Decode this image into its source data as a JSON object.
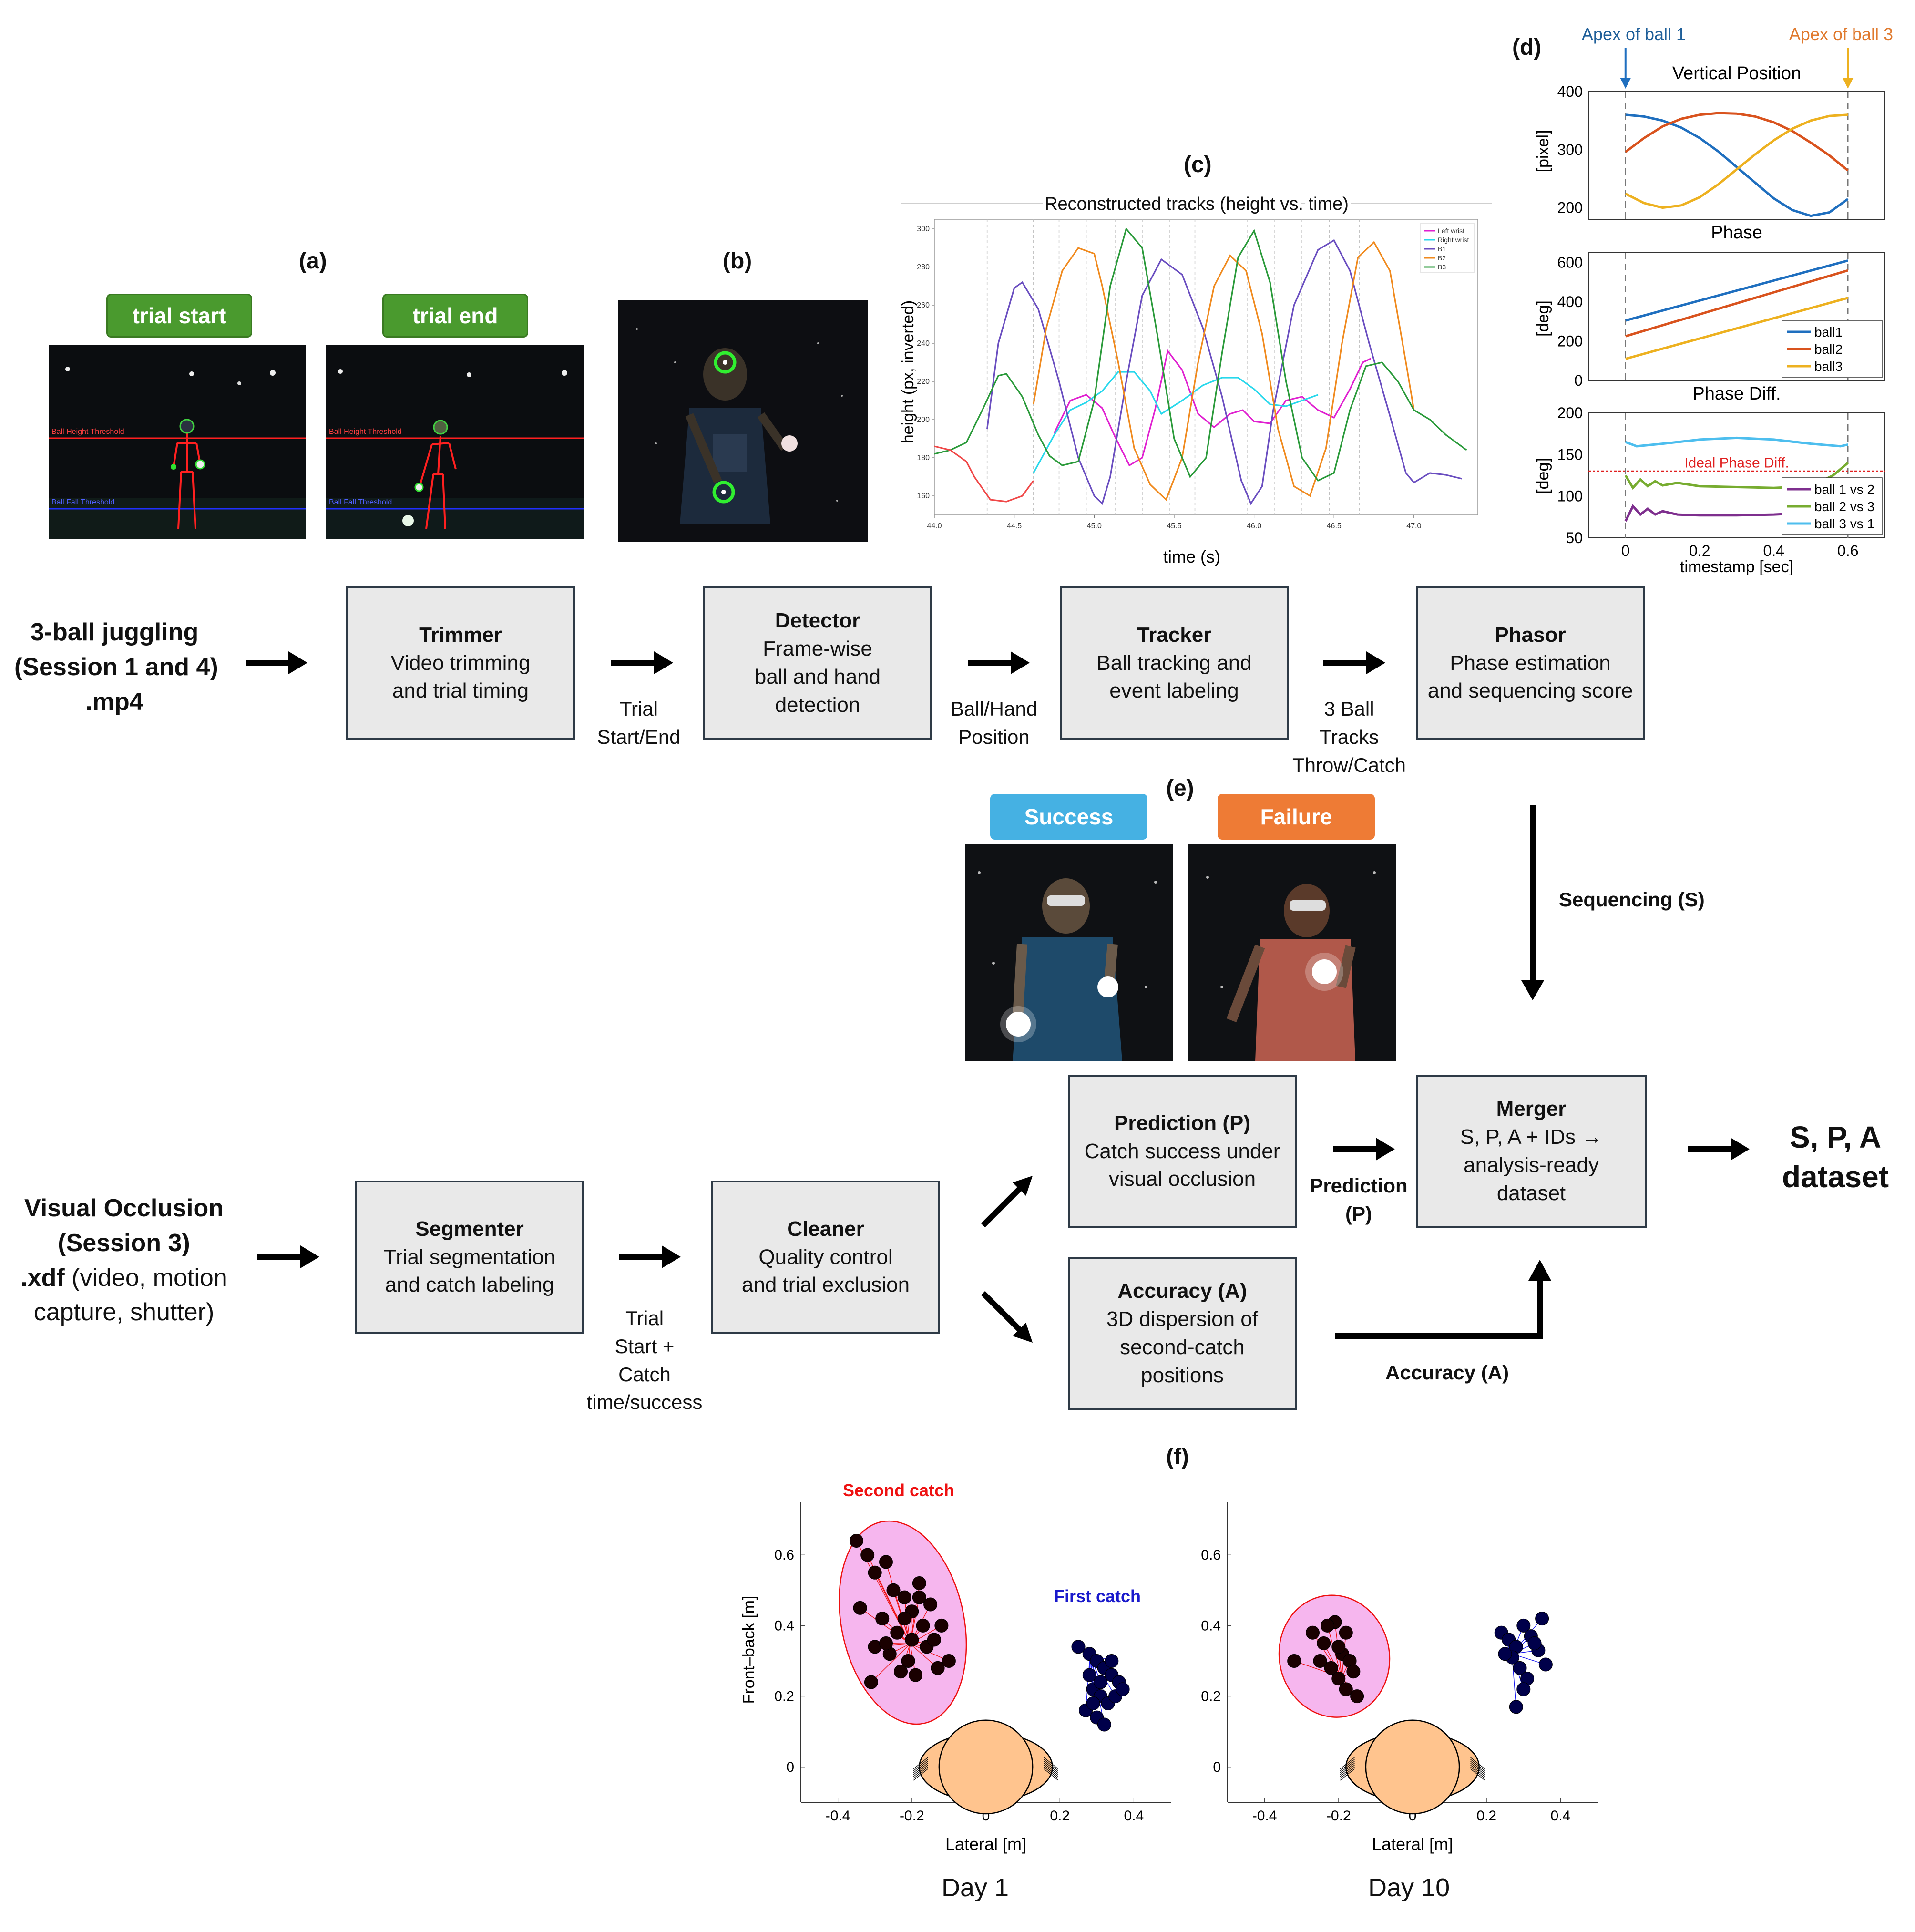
{
  "panels": {
    "a": "(a)",
    "b": "(b)",
    "c": "(c)",
    "d": "(d)",
    "e": "(e)",
    "f": "(f)"
  },
  "panel_a": {
    "trial_start": "trial start",
    "trial_end": "trial end",
    "ball_height_threshold": "Ball Height Threshold",
    "ball_fall_threshold": "Ball Fall Threshold"
  },
  "pipeline_top": {
    "input": [
      "3-ball juggling",
      "(Session 1 and 4)",
      ".mp4"
    ],
    "boxes": [
      {
        "title": "Trimmer",
        "lines": [
          "Video trimming",
          "and trial timing"
        ]
      },
      {
        "title": "Detector",
        "lines": [
          "Frame-wise",
          "ball and hand",
          "detection"
        ]
      },
      {
        "title": "Tracker",
        "lines": [
          "Ball tracking and",
          "event labeling"
        ]
      },
      {
        "title": "Phasor",
        "lines": [
          "Phase estimation",
          "and sequencing score"
        ]
      }
    ],
    "edge_labels": [
      [
        "Trial",
        "Start/End"
      ],
      [
        "Ball/Hand",
        "Position"
      ],
      [
        "3 Ball",
        "Tracks",
        "Throw/Catch"
      ]
    ]
  },
  "sequencing_label": "Sequencing (S)",
  "panel_e": {
    "success": "Success",
    "failure": "Failure"
  },
  "pipeline_bottom": {
    "input_lines": [
      "Visual Occlusion",
      "(Session 3)"
    ],
    "input_ext": ".xdf",
    "input_rest": " (video, motion",
    "input_last": "capture, shutter)",
    "boxes": [
      {
        "title": "Segmenter",
        "lines": [
          "Trial segmentation",
          "and catch labeling"
        ]
      },
      {
        "title": "Cleaner",
        "lines": [
          "Quality control",
          "and trial exclusion"
        ]
      },
      {
        "title": "Prediction (P)",
        "lines": [
          "Catch success under",
          "visual occlusion"
        ]
      },
      {
        "title": "Accuracy (A)",
        "lines": [
          "3D dispersion of",
          "second-catch",
          "positions"
        ]
      },
      {
        "title": "Merger",
        "lines": [
          "S, P, A + IDs →",
          "analysis-ready",
          "dataset"
        ]
      }
    ],
    "edge_label_trial": [
      "Trial",
      "Start +",
      "Catch",
      "time/success"
    ],
    "edge_label_prediction": [
      "Prediction",
      "(P)"
    ],
    "edge_label_accuracy": "Accuracy (A)",
    "output": [
      "S, P, A",
      "dataset"
    ]
  },
  "chart_data": [
    {
      "id": "c",
      "type": "line",
      "title": "Reconstructed tracks (height vs. time)",
      "xlabel": "time (s)",
      "ylabel": "height (px, inverted)",
      "xlim": [
        44.0,
        47.4
      ],
      "ylim": [
        150,
        305
      ],
      "xticks": [
        "44.0",
        "44.5",
        "45.0",
        "45.5",
        "46.0",
        "46.5",
        "47.0"
      ],
      "yticks": [
        "160",
        "180",
        "200",
        "220",
        "240",
        "260",
        "280",
        "300"
      ],
      "event_lines": [
        44.33,
        44.62,
        44.78,
        44.95,
        45.13,
        45.3,
        45.47,
        45.63,
        45.78,
        45.96,
        46.13,
        46.3,
        46.47,
        46.66
      ],
      "legend": [
        "Left wrist",
        "Right wrist",
        "B1",
        "B2",
        "B3"
      ],
      "series": [
        {
          "name": "Left wrist",
          "color": "#e020d0",
          "x": [
            44.75,
            44.85,
            44.95,
            45.05,
            45.13,
            45.22,
            45.3,
            45.38,
            45.46,
            45.55,
            45.65,
            45.75,
            45.85,
            45.93,
            46.0,
            46.1,
            46.2,
            46.3,
            46.4,
            46.5,
            46.6,
            46.68,
            46.73
          ],
          "y": [
            193,
            210,
            213,
            206,
            191,
            176,
            180,
            205,
            236,
            226,
            203,
            196,
            203,
            205,
            199,
            198,
            210,
            212,
            205,
            201,
            216,
            230,
            232
          ]
        },
        {
          "name": "Right wrist",
          "color": "#28d8ec",
          "x": [
            44.62,
            44.75,
            44.85,
            44.95,
            45.05,
            45.15,
            45.25,
            45.35,
            45.42,
            45.55,
            45.68,
            45.8,
            45.9,
            46.0,
            46.1,
            46.2,
            46.3,
            46.4
          ],
          "y": [
            172,
            192,
            205,
            209,
            215,
            225,
            225,
            215,
            203,
            210,
            218,
            222,
            222,
            216,
            208,
            207,
            210,
            213
          ]
        },
        {
          "name": "B1",
          "color": "#6a4ec0",
          "x": [
            44.33,
            44.4,
            44.5,
            44.55,
            44.65,
            44.78,
            44.9,
            45.0,
            45.05,
            45.1,
            45.2,
            45.3,
            45.42,
            45.55,
            45.68,
            45.8,
            45.92,
            45.98,
            46.05,
            46.12,
            46.25,
            46.4,
            46.5,
            46.6,
            46.72,
            46.85,
            46.95,
            47.0,
            47.1,
            47.2,
            47.3
          ],
          "y": [
            195,
            240,
            269,
            272,
            258,
            220,
            180,
            160,
            156,
            170,
            220,
            265,
            284,
            276,
            248,
            212,
            168,
            156,
            165,
            205,
            260,
            289,
            294,
            278,
            240,
            202,
            172,
            167,
            172,
            171,
            169
          ]
        },
        {
          "name": "B2",
          "color": "#f08a1e",
          "x": [
            44.62,
            44.7,
            44.8,
            44.9,
            45.0,
            45.05,
            45.15,
            45.25,
            45.35,
            45.45,
            45.55,
            45.65,
            45.75,
            45.85,
            45.95,
            46.05,
            46.15,
            46.25,
            46.35,
            46.45,
            46.55,
            46.65,
            46.75,
            46.85,
            46.95,
            47.0
          ],
          "y": [
            208,
            248,
            278,
            290,
            287,
            270,
            230,
            185,
            166,
            158,
            180,
            230,
            270,
            286,
            278,
            245,
            195,
            165,
            160,
            185,
            240,
            285,
            293,
            278,
            230,
            205
          ]
        },
        {
          "name": "B3",
          "color": "#2a9a3a",
          "x": [
            44.0,
            44.1,
            44.2,
            44.3,
            44.4,
            44.45,
            44.55,
            44.65,
            44.72,
            44.8,
            44.9,
            45.0,
            45.1,
            45.2,
            45.3,
            45.4,
            45.5,
            45.6,
            45.7,
            45.8,
            45.9,
            46.0,
            46.1,
            46.2,
            46.3,
            46.4,
            46.5,
            46.6,
            46.7,
            46.8,
            46.9,
            47.0,
            47.1,
            47.2,
            47.33
          ],
          "y": [
            182,
            184,
            188,
            205,
            223,
            224,
            212,
            192,
            181,
            176,
            178,
            210,
            270,
            300,
            290,
            242,
            190,
            170,
            180,
            235,
            285,
            299,
            272,
            220,
            180,
            168,
            172,
            205,
            228,
            230,
            220,
            205,
            200,
            192,
            184
          ]
        },
        {
          "name": "",
          "color": "#f04848",
          "x": [
            44.0,
            44.1,
            44.2,
            44.25,
            44.35,
            44.45,
            44.55,
            44.62
          ],
          "y": [
            186,
            184,
            178,
            170,
            158,
            157,
            160,
            168
          ]
        }
      ]
    },
    {
      "id": "d-vertical",
      "type": "line",
      "title": "Vertical Position",
      "ylabel": "[pixel]",
      "xlim": [
        -0.1,
        0.7
      ],
      "ylim": [
        180,
        400
      ],
      "yticks": [
        "200",
        "300",
        "400"
      ],
      "series": [
        {
          "name": "ball1",
          "color": "#1f6fbf",
          "x": [
            0,
            0.05,
            0.1,
            0.15,
            0.2,
            0.25,
            0.3,
            0.35,
            0.4,
            0.45,
            0.5,
            0.55,
            0.6
          ],
          "y": [
            360,
            357,
            350,
            338,
            320,
            297,
            270,
            243,
            216,
            196,
            186,
            192,
            215
          ]
        },
        {
          "name": "ball2",
          "color": "#d9531e",
          "x": [
            0,
            0.05,
            0.1,
            0.15,
            0.2,
            0.25,
            0.3,
            0.35,
            0.4,
            0.45,
            0.5,
            0.55,
            0.6
          ],
          "y": [
            296,
            320,
            340,
            353,
            360,
            363,
            362,
            357,
            347,
            332,
            312,
            290,
            264
          ]
        },
        {
          "name": "ball3",
          "color": "#edb120",
          "x": [
            0,
            0.05,
            0.1,
            0.15,
            0.2,
            0.25,
            0.3,
            0.35,
            0.4,
            0.45,
            0.5,
            0.55,
            0.6
          ],
          "y": [
            224,
            208,
            200,
            204,
            218,
            240,
            266,
            292,
            316,
            336,
            350,
            358,
            360
          ]
        }
      ]
    },
    {
      "id": "d-phase",
      "type": "line",
      "title": "Phase",
      "ylabel": "[deg]",
      "xlim": [
        -0.1,
        0.7
      ],
      "ylim": [
        0,
        650
      ],
      "yticks": [
        "0",
        "200",
        "400",
        "600"
      ],
      "legend": [
        "ball1",
        "ball2",
        "ball3"
      ],
      "series": [
        {
          "name": "ball1",
          "color": "#1f6fbf",
          "x": [
            0,
            0.6
          ],
          "y": [
            305,
            610
          ]
        },
        {
          "name": "ball2",
          "color": "#d9531e",
          "x": [
            0,
            0.6
          ],
          "y": [
            225,
            560
          ]
        },
        {
          "name": "ball3",
          "color": "#edb120",
          "x": [
            0,
            0.6
          ],
          "y": [
            110,
            420
          ]
        }
      ]
    },
    {
      "id": "d-phasediff",
      "type": "line",
      "title": "Phase Diff.",
      "xlabel": "timestamp [sec]",
      "ylabel": "[deg]",
      "xlim": [
        -0.1,
        0.7
      ],
      "ylim": [
        50,
        200
      ],
      "xticks": [
        "0",
        "0.2",
        "0.4",
        "0.6"
      ],
      "yticks": [
        "50",
        "100",
        "150",
        "200"
      ],
      "reference_line": {
        "value": 130,
        "label": "Ideal Phase Diff."
      },
      "legend": [
        "ball 1 vs 2",
        "ball 2 vs 3",
        "ball 3 vs 1"
      ],
      "series": [
        {
          "name": "ball 1 vs 2",
          "color": "#7e2f8e",
          "x": [
            0,
            0.02,
            0.04,
            0.06,
            0.08,
            0.1,
            0.14,
            0.2,
            0.3,
            0.4,
            0.5,
            0.6
          ],
          "y": [
            70,
            88,
            78,
            85,
            78,
            82,
            78,
            77,
            77,
            78,
            80,
            82
          ]
        },
        {
          "name": "ball 2 vs 3",
          "color": "#77ac30",
          "x": [
            0,
            0.02,
            0.04,
            0.06,
            0.08,
            0.1,
            0.14,
            0.2,
            0.3,
            0.4,
            0.5,
            0.56,
            0.6
          ],
          "y": [
            125,
            110,
            120,
            112,
            118,
            113,
            116,
            112,
            111,
            110,
            112,
            125,
            140
          ]
        },
        {
          "name": "ball 3 vs 1",
          "color": "#4dbeee",
          "x": [
            0,
            0.03,
            0.1,
            0.2,
            0.3,
            0.4,
            0.5,
            0.58,
            0.6
          ],
          "y": [
            165,
            160,
            163,
            168,
            170,
            168,
            163,
            160,
            162
          ]
        }
      ]
    },
    {
      "id": "f-day1",
      "type": "scatter",
      "title": "Day 1",
      "xlabel": "Lateral [m]",
      "ylabel": "Front–back [m]",
      "xlim": [
        -0.5,
        0.5
      ],
      "ylim": [
        -0.1,
        0.75
      ],
      "xticks": [
        "-0.4",
        "-0.2",
        "0",
        "0.2",
        "0.4"
      ],
      "yticks": [
        "0",
        "0.2",
        "0.4",
        "0.6"
      ],
      "annotations": [
        "Second catch",
        "First catch"
      ],
      "series": [
        {
          "name": "Second catch",
          "color": "#1a0000",
          "x": [
            -0.35,
            -0.32,
            -0.3,
            -0.27,
            -0.25,
            -0.22,
            -0.2,
            -0.18,
            -0.15,
            -0.12,
            -0.28,
            -0.24,
            -0.2,
            -0.17,
            -0.3,
            -0.26,
            -0.21,
            -0.16,
            -0.13,
            -0.34,
            -0.23,
            -0.19,
            -0.1,
            -0.27,
            -0.22,
            -0.18,
            -0.14,
            -0.31
          ],
          "y": [
            0.64,
            0.6,
            0.55,
            0.58,
            0.5,
            0.48,
            0.44,
            0.52,
            0.46,
            0.4,
            0.42,
            0.38,
            0.36,
            0.4,
            0.34,
            0.32,
            0.3,
            0.34,
            0.28,
            0.45,
            0.27,
            0.26,
            0.3,
            0.35,
            0.42,
            0.48,
            0.36,
            0.24
          ]
        },
        {
          "name": "First catch",
          "color": "#00004a",
          "x": [
            0.25,
            0.28,
            0.3,
            0.32,
            0.34,
            0.36,
            0.29,
            0.31,
            0.33,
            0.27,
            0.3,
            0.35,
            0.32,
            0.28,
            0.34,
            0.31,
            0.37,
            0.29
          ],
          "y": [
            0.34,
            0.32,
            0.3,
            0.28,
            0.26,
            0.24,
            0.22,
            0.2,
            0.18,
            0.16,
            0.14,
            0.2,
            0.12,
            0.26,
            0.3,
            0.24,
            0.22,
            0.18
          ]
        }
      ]
    },
    {
      "id": "f-day10",
      "type": "scatter",
      "title": "Day 10",
      "xlabel": "Lateral [m]",
      "xlim": [
        -0.5,
        0.5
      ],
      "ylim": [
        -0.1,
        0.75
      ],
      "xticks": [
        "-0.4",
        "-0.2",
        "0",
        "0.2",
        "0.4"
      ],
      "yticks": [
        "0",
        "0.2",
        "0.4",
        "0.6"
      ],
      "series": [
        {
          "name": "Second catch",
          "color": "#1a0000",
          "x": [
            -0.32,
            -0.27,
            -0.24,
            -0.21,
            -0.19,
            -0.17,
            -0.22,
            -0.2,
            -0.18,
            -0.15,
            -0.25,
            -0.2,
            -0.16,
            -0.23,
            -0.18
          ],
          "y": [
            0.3,
            0.38,
            0.35,
            0.41,
            0.32,
            0.3,
            0.28,
            0.25,
            0.22,
            0.2,
            0.3,
            0.34,
            0.27,
            0.4,
            0.38
          ]
        },
        {
          "name": "First catch",
          "color": "#00004a",
          "x": [
            0.24,
            0.26,
            0.28,
            0.3,
            0.32,
            0.34,
            0.36,
            0.27,
            0.29,
            0.31,
            0.33,
            0.35,
            0.25,
            0.3,
            0.28
          ],
          "y": [
            0.38,
            0.36,
            0.34,
            0.4,
            0.37,
            0.33,
            0.29,
            0.31,
            0.28,
            0.25,
            0.35,
            0.42,
            0.32,
            0.22,
            0.17
          ]
        }
      ]
    }
  ],
  "colors": {
    "box_fill": "#e9e9e9",
    "box_border": "#2e3a46",
    "second_catch": "#ff0000",
    "first_catch": "#0000cc"
  },
  "panel_d_apex": {
    "ball1": "Apex of ball 1",
    "ball3": "Apex of ball 3"
  }
}
